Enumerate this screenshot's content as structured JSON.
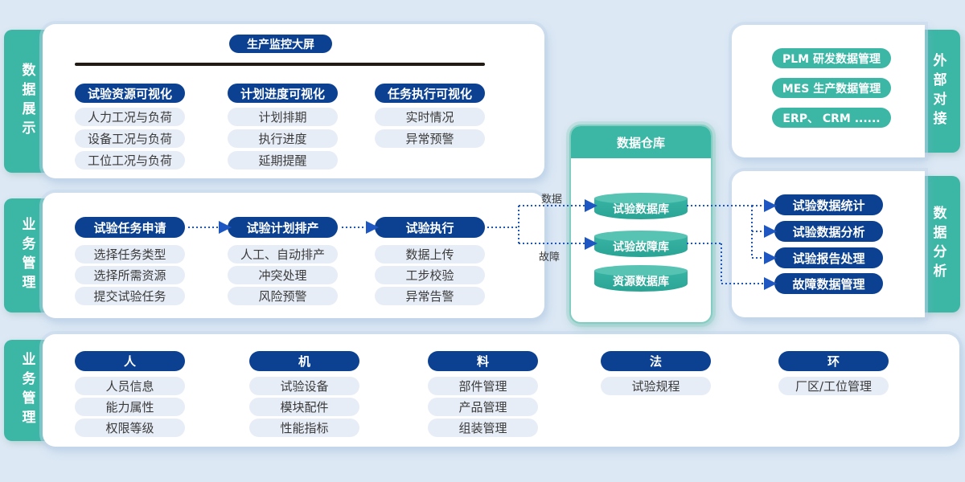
{
  "colors": {
    "teal": "#3cb7a6",
    "dark_blue": "#0c4192",
    "arrow_blue": "#1e57c2",
    "background": "#dce8f4",
    "light_pill": "#e7edf7",
    "warehouse_border": "#82cdc1",
    "divider": "#221b15"
  },
  "display_panel": {
    "tab": "数据展示",
    "title": "生产监控大屏",
    "columns": [
      {
        "header": "试验资源可视化",
        "items": [
          "人力工况与负荷",
          "设备工况与负荷",
          "工位工况与负荷"
        ]
      },
      {
        "header": "计划进度可视化",
        "items": [
          "计划排期",
          "执行进度",
          "延期提醒"
        ]
      },
      {
        "header": "任务执行可视化",
        "items": [
          "实时情况",
          "异常预警"
        ]
      }
    ]
  },
  "business_panel": {
    "tab": "业务管理",
    "columns": [
      {
        "header": "试验任务申请",
        "items": [
          "选择任务类型",
          "选择所需资源",
          "提交试验任务"
        ]
      },
      {
        "header": "试验计划排产",
        "items": [
          "人工、自动排产",
          "冲突处理",
          "风险预警"
        ]
      },
      {
        "header": "试验执行",
        "items": [
          "数据上传",
          "工步校验",
          "异常告警"
        ]
      }
    ]
  },
  "warehouse_panel": {
    "title": "数据仓库",
    "databases": [
      "试验数据库",
      "试验故障库",
      "资源数据库"
    ]
  },
  "external_panel": {
    "tab": "外部对接",
    "items": [
      "PLM 研发数据管理",
      "MES 生产数据管理",
      "ERP、 CRM ......"
    ]
  },
  "analysis_panel": {
    "tab": "数据分析",
    "items": [
      "试验数据统计",
      "试验数据分析",
      "试验报告处理",
      "故障数据管理"
    ]
  },
  "foundation_panel": {
    "tab": "业务管理",
    "columns": [
      {
        "header": "人",
        "items": [
          "人员信息",
          "能力属性",
          "权限等级"
        ]
      },
      {
        "header": "机",
        "items": [
          "试验设备",
          "模块配件",
          "性能指标"
        ]
      },
      {
        "header": "料",
        "items": [
          "部件管理",
          "产品管理",
          "组装管理"
        ]
      },
      {
        "header": "法",
        "items": [
          "试验规程"
        ]
      },
      {
        "header": "环",
        "items": [
          "厂区/工位管理"
        ]
      }
    ]
  },
  "connectors": {
    "data_label": "数据",
    "fault_label": "故障"
  }
}
